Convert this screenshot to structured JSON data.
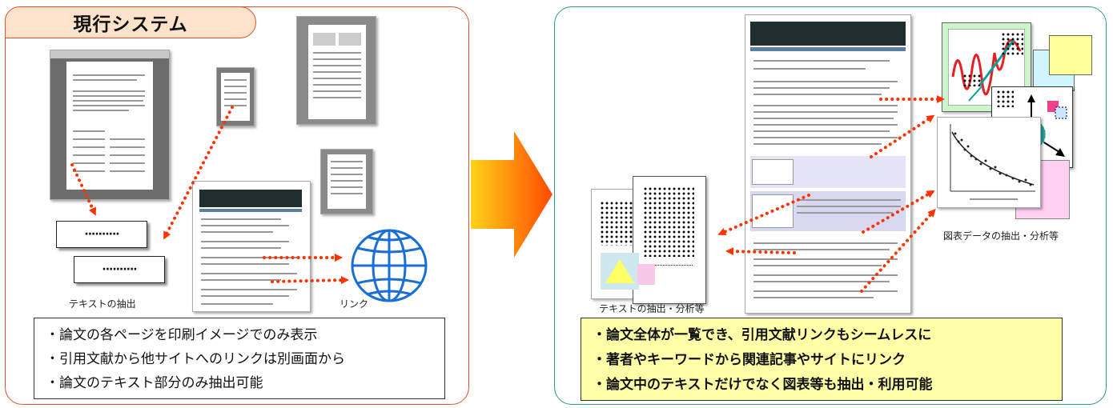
{
  "left": {
    "title": "現行システム",
    "caption_text": "テキストの抽出",
    "caption_link": "リンク",
    "chip_dots": "··········",
    "notes": [
      "・論文の各ページを印刷イメージでのみ表示",
      "・引用文献から他サイトへのリンクは別画面から",
      "・論文のテキスト部分のみ抽出可能"
    ]
  },
  "right": {
    "caption_text": "テキストの抽出・分析等",
    "caption_chart": "図表データの抽出・分析等",
    "notes": [
      "・論文全体が一覧でき、引用文献リンクもシームレスに",
      "・著者やキーワードから関連記事やサイトにリンク",
      "・論文中のテキストだけでなく図表等も抽出・利用可能"
    ]
  },
  "colors": {
    "left_border": "#e0502a",
    "right_border": "#2a9a8f",
    "title_fill": "#fde3cb",
    "note_fill_right": "#ffffa8",
    "arrow_dots": "#ff3300",
    "globe": "#1a6fd6"
  }
}
